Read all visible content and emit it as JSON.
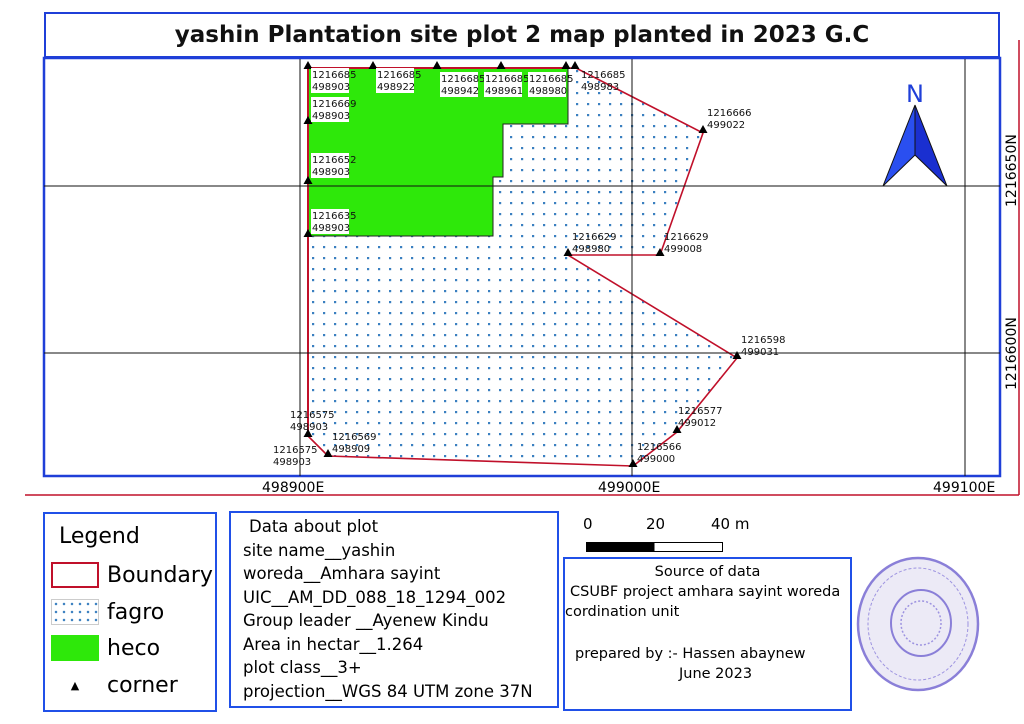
{
  "title": "yashin Plantation site plot 2 map planted in 2023 G.C",
  "north_arrow": "N",
  "axes": {
    "x": [
      "498900E",
      "499000E",
      "499100E"
    ],
    "y": [
      "1216650N",
      "1216600N"
    ]
  },
  "corners": [
    [
      "1216685",
      "498903"
    ],
    [
      "1216685",
      "498922"
    ],
    [
      "1216685",
      "498942"
    ],
    [
      "1216685",
      "498961"
    ],
    [
      "1216685",
      "498980"
    ],
    [
      "1216685",
      "498983"
    ],
    [
      "1216669",
      "498903"
    ],
    [
      "1216652",
      "498903"
    ],
    [
      "1216635",
      "498903"
    ],
    [
      "1216666",
      "499022"
    ],
    [
      "1216629",
      "498980"
    ],
    [
      "1216629",
      "499008"
    ],
    [
      "1216598",
      "499031"
    ],
    [
      "1216577",
      "499012"
    ],
    [
      "1216566",
      "499000"
    ],
    [
      "1216575",
      "498903"
    ],
    [
      "1216569",
      "498909"
    ],
    [
      "1216575",
      "498903"
    ]
  ],
  "legend": {
    "title": "Legend",
    "items": [
      {
        "label": "Boundary",
        "color": "#c0102a"
      },
      {
        "label": "fagro",
        "color": "#3a7fc0"
      },
      {
        "label": "heco",
        "color": "#2ee80a"
      },
      {
        "label": "corner",
        "icon": "triangle-icon"
      }
    ]
  },
  "plot_data": {
    "heading": "Data about plot",
    "lines": [
      "site name__yashin",
      "woreda__Amhara sayint",
      "UIC__AM_DD_088_18_1294_002",
      "Group leader __Ayenew Kindu",
      "Area in hectar__1.264",
      "plot class__3+",
      "projection__WGS 84 UTM zone 37N"
    ]
  },
  "scale": {
    "labels": [
      "0",
      "20",
      "40 m"
    ]
  },
  "source": {
    "heading": "Source of data",
    "org": "CSUBF project amhara sayint woreda",
    "unit": "cordination unit",
    "prepared": "prepared by :- Hassen abaynew",
    "date": "June 2023"
  }
}
